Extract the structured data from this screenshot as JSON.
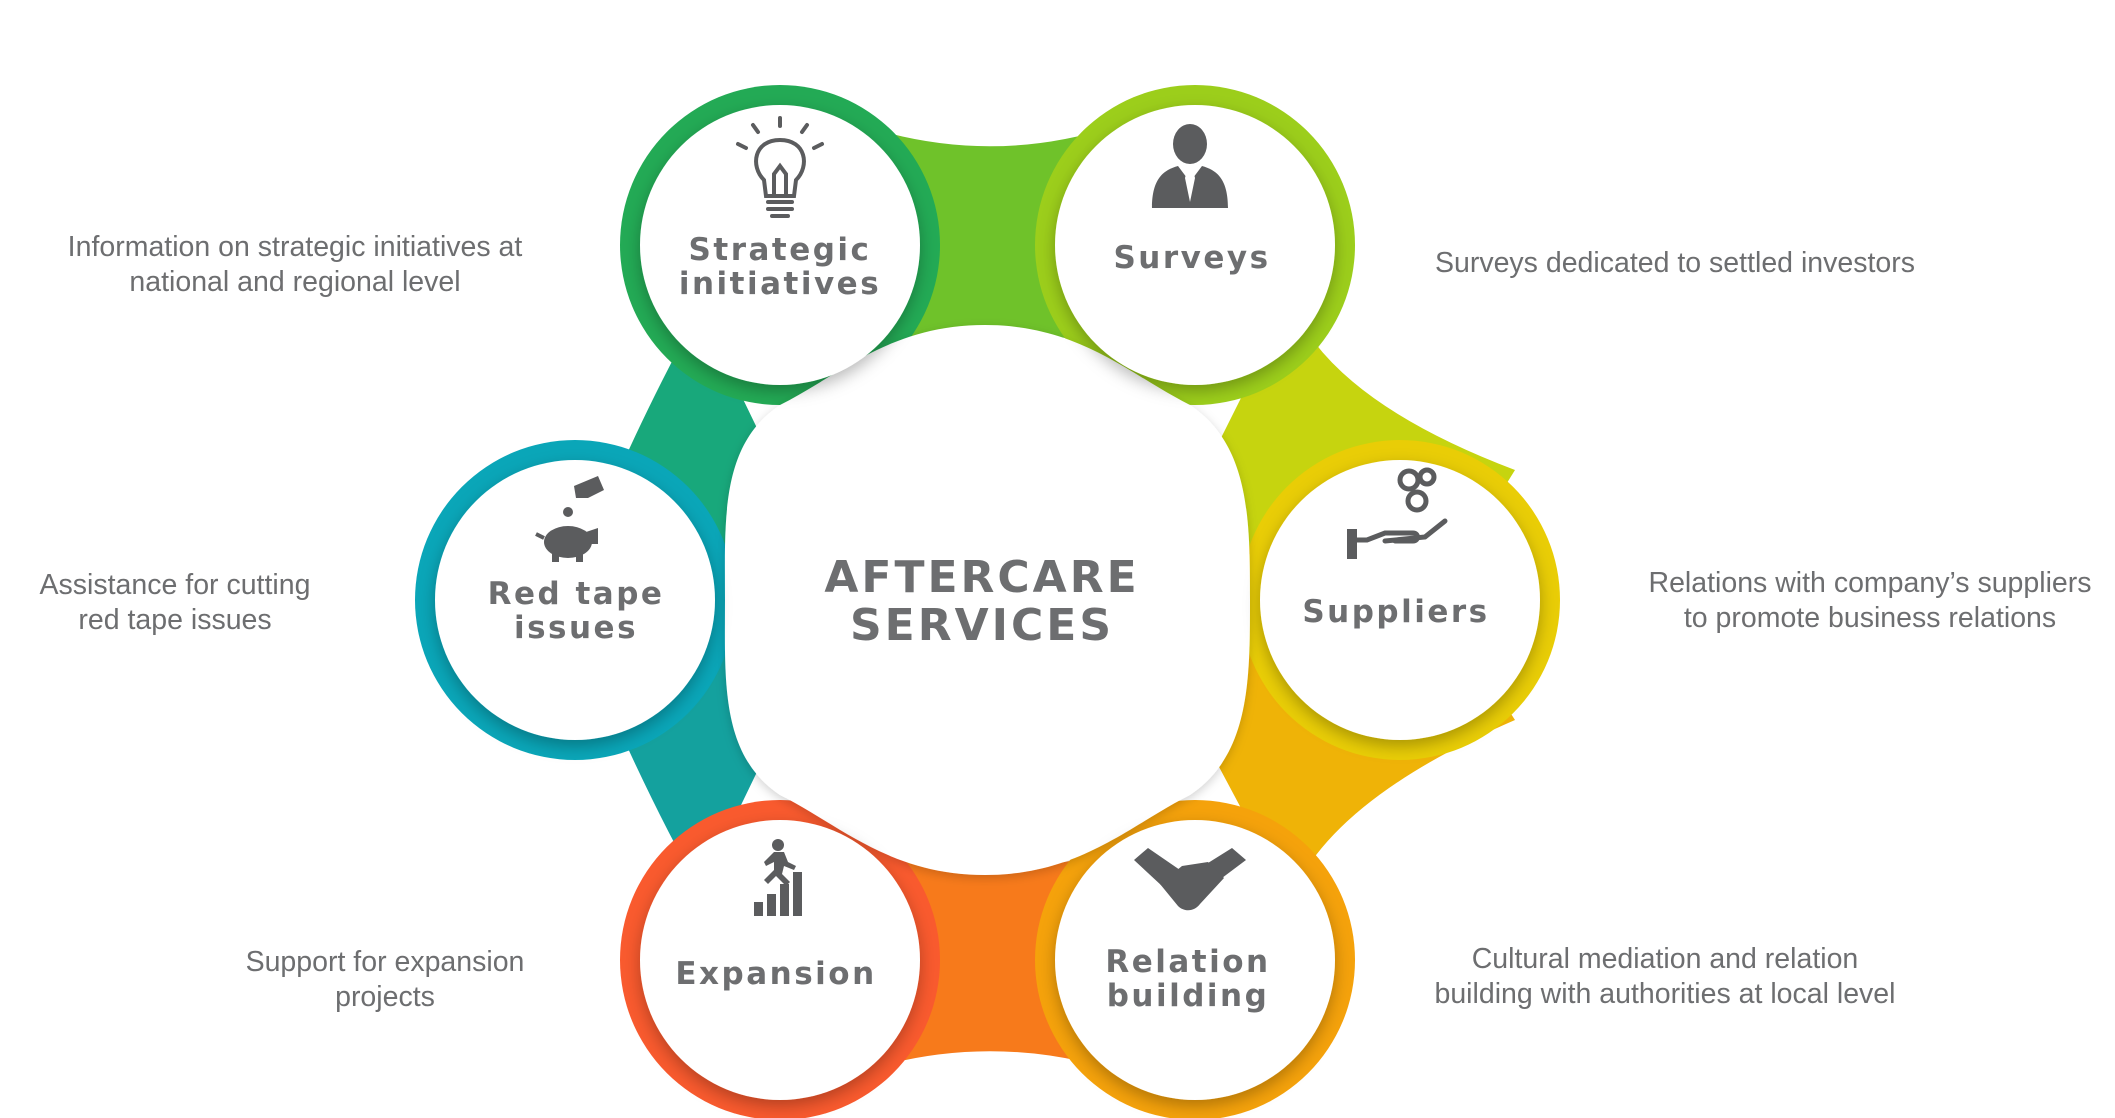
{
  "center": {
    "line1": "AFTERCARE",
    "line2": "SERVICES"
  },
  "nodes": [
    {
      "id": "strategic",
      "label_lines": [
        "Strategic",
        "initiatives"
      ],
      "color": "#23aa55",
      "icon": "lightbulb-icon",
      "description": [
        "Information on strategic initiatives at",
        "national and regional level"
      ]
    },
    {
      "id": "surveys",
      "label_lines": [
        "Surveys"
      ],
      "color": "#9cce1b",
      "icon": "businessman-icon",
      "description": [
        "Surveys dedicated to settled investors"
      ]
    },
    {
      "id": "suppliers",
      "label_lines": [
        "Suppliers"
      ],
      "color": "#e9cd06",
      "icon": "gears-hand-icon",
      "description": [
        "Relations with company’s suppliers",
        "to promote business relations"
      ]
    },
    {
      "id": "relation",
      "label_lines": [
        "Relation",
        "building"
      ],
      "color": "#f5a20b",
      "icon": "handshake-icon",
      "description": [
        "Cultural mediation and relation",
        "building with authorities at local level"
      ]
    },
    {
      "id": "expansion",
      "label_lines": [
        "Expansion"
      ],
      "color": "#f95a2e",
      "icon": "growth-stairs-icon",
      "description": [
        "Support for expansion",
        "projects"
      ]
    },
    {
      "id": "redtape",
      "label_lines": [
        "Red tape",
        "issues"
      ],
      "color": "#0aa6b8",
      "icon": "piggy-bank-icon",
      "description": [
        "Assistance for cutting",
        "red tape issues"
      ]
    }
  ]
}
